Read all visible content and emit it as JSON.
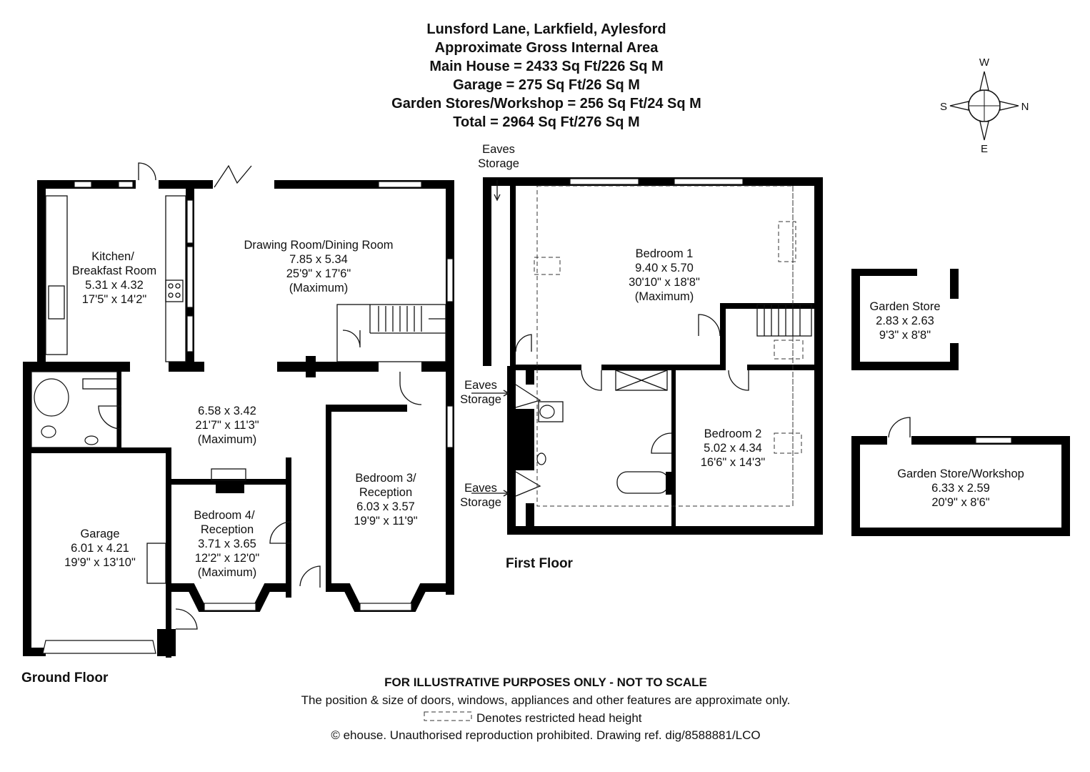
{
  "header": {
    "address": "Lunsford Lane, Larkfield, Aylesford",
    "area_title": "Approximate Gross Internal Area",
    "main_house": "Main House = 2433 Sq Ft/226 Sq M",
    "garage": "Garage = 275 Sq Ft/26 Sq M",
    "stores": "Garden Stores/Workshop = 256 Sq Ft/24 Sq M",
    "total": "Total = 2964 Sq Ft/276 Sq M"
  },
  "compass": {
    "n": "N",
    "s": "S",
    "e": "E",
    "w": "W"
  },
  "floors": {
    "ground": "Ground Floor",
    "first": "First Floor"
  },
  "rooms": {
    "kitchen": {
      "l1": "Kitchen/",
      "l2": "Breakfast Room",
      "metric": "5.31 x 4.32",
      "imperial": "17'5\" x 14'2\""
    },
    "drawing": {
      "l1": "Drawing Room/Dining Room",
      "metric": "7.85 x 5.34",
      "imperial": "25'9\" x 17'6\"",
      "note": "(Maximum)"
    },
    "hall": {
      "metric": "6.58 x 3.42",
      "imperial": "21'7\" x 11'3\"",
      "note": "(Maximum)"
    },
    "garage": {
      "l1": "Garage",
      "metric": "6.01 x 4.21",
      "imperial": "19'9\" x 13'10\""
    },
    "bed4": {
      "l1": "Bedroom 4/",
      "l2": "Reception",
      "metric": "3.71 x 3.65",
      "imperial": "12'2\" x 12'0\"",
      "note": "(Maximum)"
    },
    "bed3": {
      "l1": "Bedroom 3/",
      "l2": "Reception",
      "metric": "6.03 x 3.57",
      "imperial": "19'9\" x 11'9\""
    },
    "bed1": {
      "l1": "Bedroom 1",
      "metric": "9.40 x 5.70",
      "imperial": "30'10\" x 18'8\"",
      "note": "(Maximum)"
    },
    "bed2": {
      "l1": "Bedroom 2",
      "metric": "5.02 x 4.34",
      "imperial": "16'6\" x 14'3\""
    },
    "eaves_top": {
      "l1": "Eaves",
      "l2": "Storage"
    },
    "eaves_mid": {
      "l1": "Eaves",
      "l2": "Storage"
    },
    "eaves_low": {
      "l1": "Eaves",
      "l2": "Storage"
    },
    "garden_store": {
      "l1": "Garden Store",
      "metric": "2.83 x 2.63",
      "imperial": "9'3\" x 8'8\""
    },
    "workshop": {
      "l1": "Garden Store/Workshop",
      "metric": "6.33 x 2.59",
      "imperial": "20'9\" x 8'6\""
    }
  },
  "disclaimer": {
    "title": "FOR ILLUSTRATIVE PURPOSES ONLY - NOT TO SCALE",
    "line1": "The position & size of doors, windows, appliances and other features are approximate only.",
    "legend": "Denotes restricted head height",
    "copyright": "© ehouse. Unauthorised reproduction prohibited. Drawing ref. dig/8588881/LCO"
  }
}
